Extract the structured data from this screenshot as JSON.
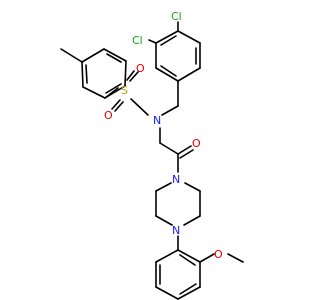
{
  "atoms": {
    "cl1": "Cl",
    "cl2": "Cl",
    "s": "S",
    "o_s1": "O",
    "o_s2": "O",
    "n_sulf": "N",
    "o_carbonyl": "O",
    "n_pip1": "N",
    "n_pip2": "N",
    "o_ether": "O"
  },
  "colors": {
    "bond": "#000000",
    "chlorine": "#1fa01f",
    "sulfur": "#b8a000",
    "oxygen": "#e00000",
    "nitrogen": "#1a1aff"
  }
}
